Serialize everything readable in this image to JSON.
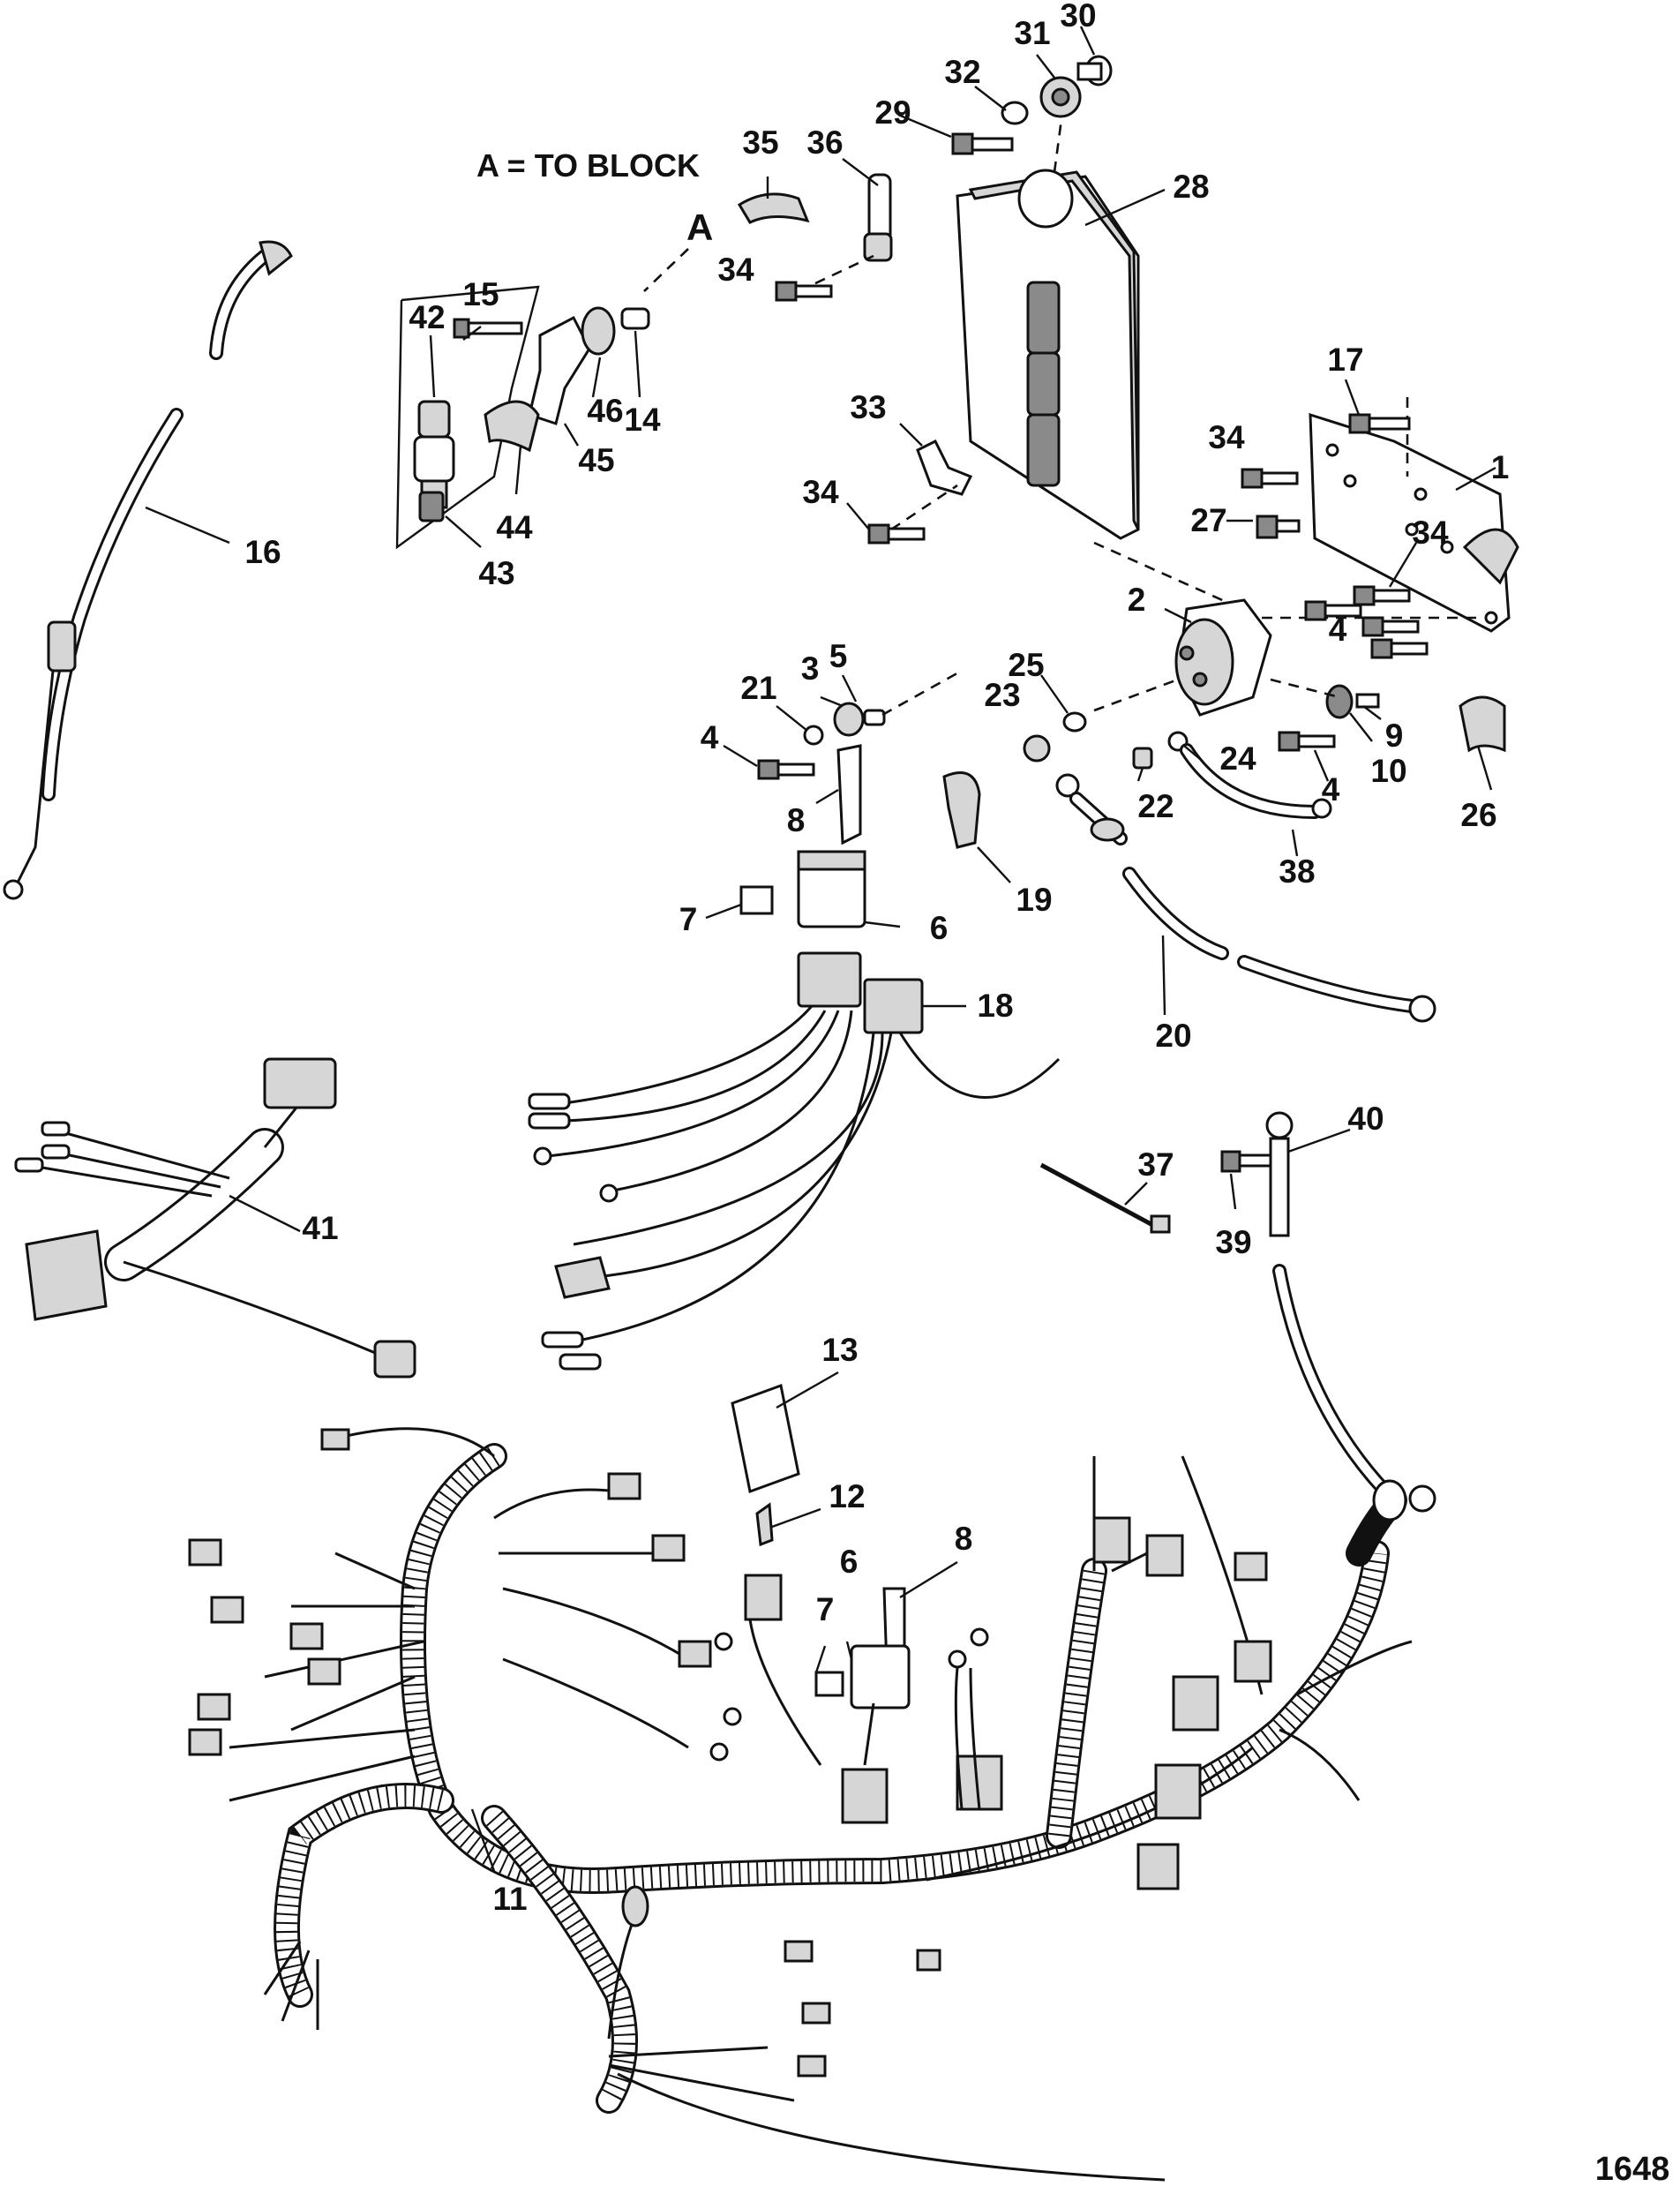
{
  "note": "A = TO BLOCK",
  "callout_a": "A",
  "figure_number": "1648",
  "callouts": [
    {
      "id": "c1",
      "text": "1"
    },
    {
      "id": "c2",
      "text": "2"
    },
    {
      "id": "c3",
      "text": "3"
    },
    {
      "id": "c4a",
      "text": "4"
    },
    {
      "id": "c4b",
      "text": "4"
    },
    {
      "id": "c4c",
      "text": "4"
    },
    {
      "id": "c5",
      "text": "5"
    },
    {
      "id": "c6a",
      "text": "6"
    },
    {
      "id": "c6b",
      "text": "6"
    },
    {
      "id": "c7a",
      "text": "7"
    },
    {
      "id": "c7b",
      "text": "7"
    },
    {
      "id": "c8a",
      "text": "8"
    },
    {
      "id": "c8b",
      "text": "8"
    },
    {
      "id": "c9",
      "text": "9"
    },
    {
      "id": "c10",
      "text": "10"
    },
    {
      "id": "c11",
      "text": "11"
    },
    {
      "id": "c12",
      "text": "12"
    },
    {
      "id": "c13",
      "text": "13"
    },
    {
      "id": "c14",
      "text": "14"
    },
    {
      "id": "c15",
      "text": "15"
    },
    {
      "id": "c16",
      "text": "16"
    },
    {
      "id": "c17",
      "text": "17"
    },
    {
      "id": "c18",
      "text": "18"
    },
    {
      "id": "c19",
      "text": "19"
    },
    {
      "id": "c20",
      "text": "20"
    },
    {
      "id": "c21",
      "text": "21"
    },
    {
      "id": "c22",
      "text": "22"
    },
    {
      "id": "c23",
      "text": "23"
    },
    {
      "id": "c24",
      "text": "24"
    },
    {
      "id": "c25",
      "text": "25"
    },
    {
      "id": "c26",
      "text": "26"
    },
    {
      "id": "c27",
      "text": "27"
    },
    {
      "id": "c28",
      "text": "28"
    },
    {
      "id": "c29",
      "text": "29"
    },
    {
      "id": "c30",
      "text": "30"
    },
    {
      "id": "c31",
      "text": "31"
    },
    {
      "id": "c32",
      "text": "32"
    },
    {
      "id": "c33",
      "text": "33"
    },
    {
      "id": "c34a",
      "text": "34"
    },
    {
      "id": "c34b",
      "text": "34"
    },
    {
      "id": "c34c",
      "text": "34"
    },
    {
      "id": "c34d",
      "text": "34"
    },
    {
      "id": "c35",
      "text": "35"
    },
    {
      "id": "c36",
      "text": "36"
    },
    {
      "id": "c37",
      "text": "37"
    },
    {
      "id": "c38",
      "text": "38"
    },
    {
      "id": "c39",
      "text": "39"
    },
    {
      "id": "c40",
      "text": "40"
    },
    {
      "id": "c41",
      "text": "41"
    },
    {
      "id": "c42",
      "text": "42"
    },
    {
      "id": "c43",
      "text": "43"
    },
    {
      "id": "c44",
      "text": "44"
    },
    {
      "id": "c45",
      "text": "45"
    },
    {
      "id": "c46",
      "text": "46"
    }
  ]
}
